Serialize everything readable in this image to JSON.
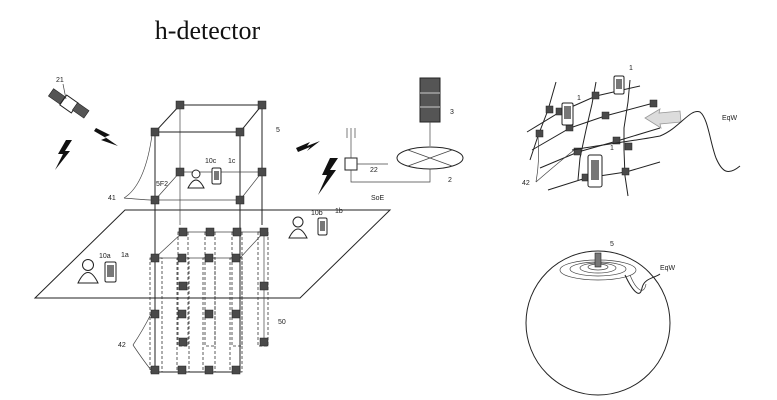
{
  "title": "h-detector",
  "labels": {
    "satellite": "21",
    "building": "5",
    "server": "3",
    "base_station": "2",
    "relay": "22",
    "floor": "5F2",
    "surface": "SoE",
    "sensors_top": "41",
    "sensors_bottom": "42",
    "column": "50",
    "user_c": "10c",
    "phone_c": "1c",
    "user_b": "10b",
    "phone_b": "1b",
    "user_a": "10a",
    "phone_a": "1a",
    "grid_phone_1": "1",
    "grid_phone_2": "1",
    "grid_phone_3": "1",
    "grid_sensors": "42",
    "wave_grid": "EqW",
    "globe_marker": "5",
    "wave_globe": "EqW"
  }
}
